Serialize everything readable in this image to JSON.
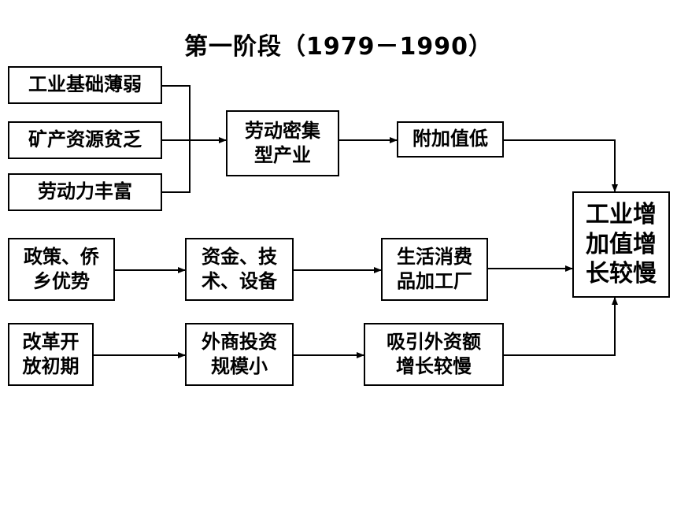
{
  "title": "第一阶段（1979－1990）",
  "nodes": {
    "weak_industry": "工业基础薄弱",
    "lack_minerals": "矿产资源贫乏",
    "rich_labor": "劳动力丰富",
    "labor_intensive": "劳动密集\n型产业",
    "low_value": "附加值低",
    "policy": "政策、侨\n乡优势",
    "capital": "资金、技\n术、设备",
    "consumer_goods": "生活消费\n品加工厂",
    "reform": "改革开\n放初期",
    "foreign_small": "外商投资\n规模小",
    "fdi_slow": "吸引外资额\n增长较慢",
    "result": "工业增\n加值增\n长较慢"
  }
}
